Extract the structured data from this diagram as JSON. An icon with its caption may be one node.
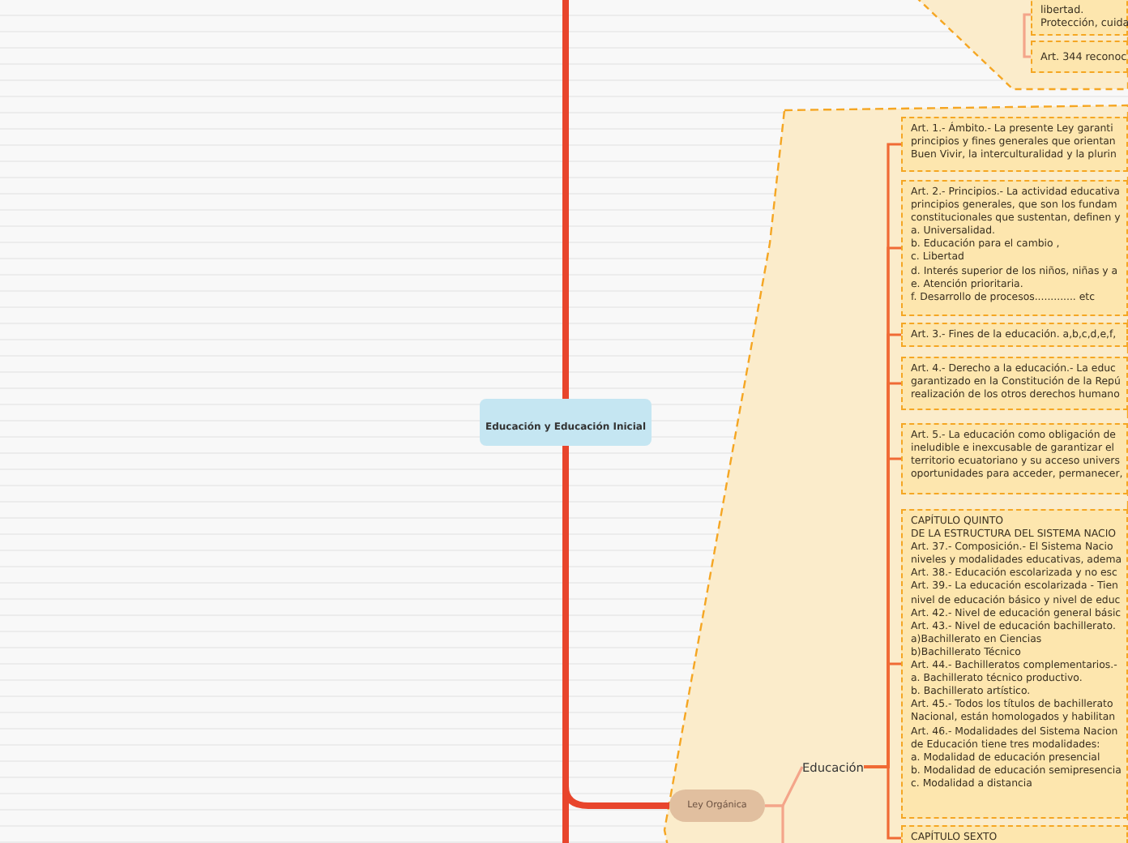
{
  "diagram": {
    "nodes": [
      {
        "text": [
          "Educación y Educación Inicial"
        ]
      },
      {
        "text": [
          "libertad.",
          "Protección, cuida"
        ]
      },
      {
        "text": [
          "Art. 344 reconoc"
        ]
      },
      {
        "text": [
          "Ley Orgánica"
        ]
      },
      {
        "text": [
          "Educación"
        ]
      },
      {
        "text": [
          "Art. 1.- Ámbito.- La presente Ley garanti",
          "principios y fines generales que orientan",
          "Buen Vivir, la interculturalidad y la plurin"
        ]
      },
      {
        "text": [
          "Art. 2.- Principios.- La actividad educativa",
          "principios generales, que son los fundam",
          "constitucionales que sustentan, definen y",
          "a. Universalidad.",
          "b. Educación para el cambio ,",
          "c. Libertad",
          "d. Interés superior de los niños, niñas y a",
          "e. Atención prioritaria.",
          "f. Desarrollo de procesos............. etc"
        ]
      },
      {
        "text": [
          "Art. 3.- Fines de la educación. a,b,c,d,e,f,"
        ]
      },
      {
        "text": [
          "Art. 4.- Derecho a la educación.- La educ",
          "garantizado en la Constitución de la Repú",
          "realización de los otros derechos humano"
        ]
      },
      {
        "text": [
          "Art. 5.- La educación como obligación de",
          "ineludible e inexcusable de garantizar el",
          "territorio ecuatoriano y su acceso univers",
          "oportunidades para acceder, permanecer,"
        ]
      },
      {
        "text": [
          "CAPÍTULO QUINTO",
          "DE LA ESTRUCTURA DEL SISTEMA NACIO",
          "Art. 37.- Composición.- El Sistema Nacio",
          "niveles y modalidades educativas, adema",
          "Art. 38.- Educación escolarizada y no esc",
          "Art. 39.- La educación escolarizada - Tien",
          "nivel de educación básico y nivel de educ",
          "Art. 42.- Nivel de educación general básic",
          "Art. 43.- Nivel de educación bachillerato.",
          "a)Bachillerato en Ciencias",
          "b)Bachillerato Técnico",
          "Art. 44.- Bachilleratos complementarios.-",
          "a. Bachillerato técnico productivo.",
          "b. Bachillerato artístico.",
          "Art. 45.- Todos los títulos de bachillerato",
          "Nacional, están homologados y habilitan",
          "Art. 46.- Modalidades del Sistema Nacion",
          "de Educación tiene tres modalidades:",
          "a. Modalidad de educación presencial",
          "b. Modalidad de educación semipresencia",
          "c. Modalidad a distancia"
        ]
      },
      {
        "text": [
          "CAPÍTULO SEXTO"
        ]
      }
    ],
    "edges": [
      {
        "from": 0,
        "to": 3,
        "arrow": "none",
        "style": "thick",
        "color": "#e8452c"
      },
      {
        "from": 0,
        "to": null,
        "arrow": "none",
        "style": "thick",
        "color": "#e8452c"
      },
      {
        "from": 0,
        "to": null,
        "arrow": "none",
        "style": "thick",
        "color": "#e8452c"
      },
      {
        "from": 1,
        "to": 2,
        "arrow": "none",
        "color": "#f4a58a"
      },
      {
        "from": 3,
        "to": 4,
        "arrow": "none",
        "color": "#f4a58a"
      },
      {
        "from": 3,
        "to": null,
        "arrow": "none",
        "color": "#f4a58a"
      },
      {
        "from": 4,
        "to": 5,
        "arrow": "none"
      },
      {
        "from": 4,
        "to": 6,
        "arrow": "none"
      },
      {
        "from": 4,
        "to": 7,
        "arrow": "none"
      },
      {
        "from": 4,
        "to": 8,
        "arrow": "none"
      },
      {
        "from": 4,
        "to": 9,
        "arrow": "none"
      },
      {
        "from": 4,
        "to": 10,
        "arrow": "none"
      },
      {
        "from": 4,
        "to": 11,
        "arrow": "none"
      }
    ]
  }
}
